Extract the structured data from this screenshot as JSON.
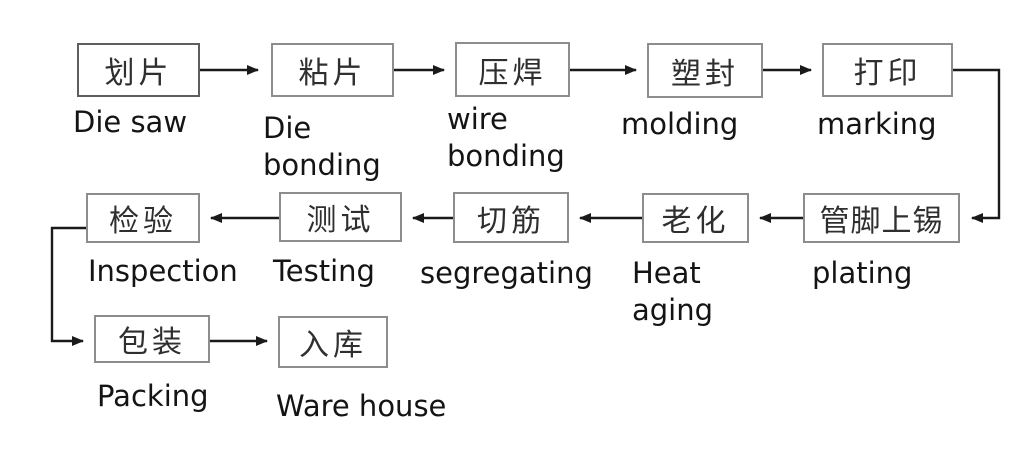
{
  "diagram": {
    "description": "IC assembly and packaging process flowchart",
    "nodes": [
      {
        "zh": "划片",
        "en": "Die saw"
      },
      {
        "zh": "粘片",
        "en": "Die bonding"
      },
      {
        "zh": "压焊",
        "en": "wire bonding"
      },
      {
        "zh": "塑封",
        "en": "molding"
      },
      {
        "zh": "打印",
        "en": "marking"
      },
      {
        "zh": "管脚上锡",
        "en": "plating"
      },
      {
        "zh": "老化",
        "en": "Heat aging"
      },
      {
        "zh": "切筋",
        "en": "segregating"
      },
      {
        "zh": "测试",
        "en": "Testing"
      },
      {
        "zh": "检验",
        "en": "Inspection"
      },
      {
        "zh": "包装",
        "en": "Packing"
      },
      {
        "zh": "入库",
        "en": "Ware house"
      }
    ],
    "edges": [
      {
        "from": "Die saw",
        "to": "Die bonding"
      },
      {
        "from": "Die bonding",
        "to": "wire bonding"
      },
      {
        "from": "wire bonding",
        "to": "molding"
      },
      {
        "from": "molding",
        "to": "marking"
      },
      {
        "from": "marking",
        "to": "plating"
      },
      {
        "from": "plating",
        "to": "Heat aging"
      },
      {
        "from": "Heat aging",
        "to": "segregating"
      },
      {
        "from": "segregating",
        "to": "Testing"
      },
      {
        "from": "Testing",
        "to": "Inspection"
      },
      {
        "from": "Inspection",
        "to": "Packing"
      },
      {
        "from": "Packing",
        "to": "Ware house"
      }
    ]
  },
  "colors": {
    "background": "#ffffff",
    "line": "#1a1a1a",
    "box_border": "#8d8d8d",
    "box_text": "#2f2f2f",
    "caption_text": "#141414"
  }
}
